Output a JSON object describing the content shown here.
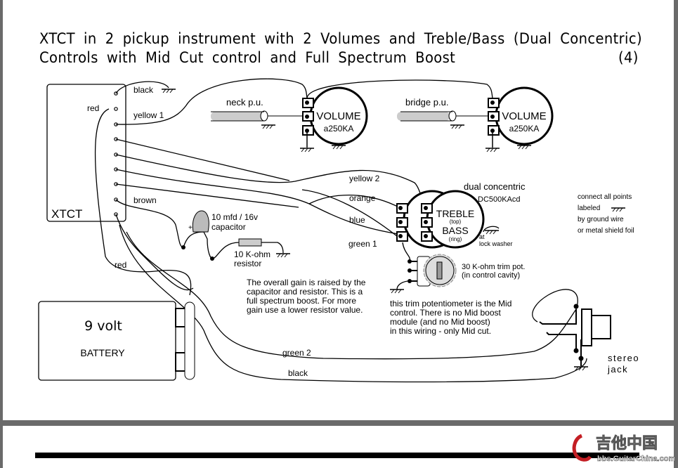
{
  "title": {
    "line1": "XTCT in 2 pickup instrument with 2 Volumes and Treble/Bass (Dual Concentric)",
    "line2": "Controls with Mid Cut control and Full Spectrum Boost",
    "page_number": "(4)"
  },
  "module": {
    "name": "XTCT",
    "wires": {
      "black": "black",
      "red": "red",
      "yellow1": "yellow 1",
      "brown": "brown",
      "red_batt": "red"
    }
  },
  "pickups": {
    "neck": "neck p.u.",
    "bridge": "bridge p.u."
  },
  "volume_pots": [
    {
      "label": "VOLUME",
      "value": "a250KA"
    },
    {
      "label": "VOLUME",
      "value": "a250KA"
    }
  ],
  "dual_concentric": {
    "title": "dual concentric",
    "part": "DC500KAcd",
    "treble": "TREBLE",
    "treble_sub": "(top)",
    "bass": "BASS",
    "bass_sub": "(ring)",
    "ground_note_1": "at",
    "ground_note_2": "lock washer",
    "wires": {
      "yellow2": "yellow 2",
      "orange": "orange",
      "blue": "blue",
      "green1": "green 1"
    }
  },
  "capacitor": {
    "line1": "10 mfd / 16v",
    "line2": "capacitor",
    "polarity": "+"
  },
  "resistor": {
    "line1": "10 K-ohm",
    "line2": "resistor"
  },
  "boost_note": [
    "The overall gain is raised by the",
    "capacitor and resistor. This is a",
    "full spectrum boost. For more",
    "gain use a lower resistor value."
  ],
  "trim_pot": {
    "line1": "30 K-ohm trim pot.",
    "line2": "(in control cavity)"
  },
  "mid_note": [
    "this trim potentiometer is the Mid",
    "control. There is no Mid boost",
    "module (and no Mid boost)",
    "in this wiring - only Mid cut."
  ],
  "ground_legend": [
    "connect all points",
    "labeled",
    "by ground wire",
    "or metal shield foil"
  ],
  "battery": {
    "voltage": "9  volt",
    "label": "BATTERY"
  },
  "bottom_wires": {
    "green2": "green 2",
    "black": "black"
  },
  "jack": {
    "line1": "stereo",
    "line2": "jack"
  },
  "watermark": {
    "brand": "吉他中国",
    "url": "bbs.GuitarChina.com"
  }
}
